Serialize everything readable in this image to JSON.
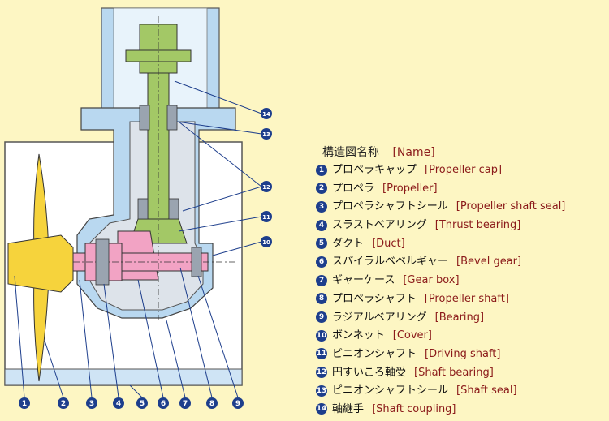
{
  "legend": {
    "title_jp": "構造図名称",
    "title_en": "[Name]",
    "items": [
      {
        "num": "1",
        "jp": "プロペラキャップ",
        "en": "[Propeller cap]"
      },
      {
        "num": "2",
        "jp": "プロペラ",
        "en": "[Propeller]"
      },
      {
        "num": "3",
        "jp": "プロペラシャフトシール",
        "en": "[Propeller shaft seal]"
      },
      {
        "num": "4",
        "jp": "スラストベアリング",
        "en": "[Thrust bearing]"
      },
      {
        "num": "5",
        "jp": "ダクト",
        "en": "[Duct]"
      },
      {
        "num": "6",
        "jp": "スパイラルベベルギャー",
        "en": "[Bevel gear]"
      },
      {
        "num": "7",
        "jp": "ギャーケース",
        "en": "[Gear box]"
      },
      {
        "num": "8",
        "jp": "プロペラシャフト",
        "en": "[Propeller shaft]"
      },
      {
        "num": "9",
        "jp": "ラジアルベアリング",
        "en": "[Bearing]"
      },
      {
        "num": "10",
        "jp": "ボンネット",
        "en": "[Cover]"
      },
      {
        "num": "11",
        "jp": "ピニオンシャフト",
        "en": "[Driving shaft]"
      },
      {
        "num": "12",
        "jp": "円すいころ軸受",
        "en": "[Shaft bearing]"
      },
      {
        "num": "13",
        "jp": "ピニオンシャフトシール",
        "en": "[Shaft seal]"
      },
      {
        "num": "14",
        "jp": "軸継手",
        "en": "[Shaft coupling]"
      }
    ]
  },
  "colors": {
    "background": "#fdf6c3",
    "housing": "#b9d8f0",
    "shaft": "#a3c866",
    "propeller_shaft": "#f2a3c4",
    "propeller": "#f6d33c",
    "marker": "#1d3e8c",
    "english_text": "#8b1a1a"
  }
}
